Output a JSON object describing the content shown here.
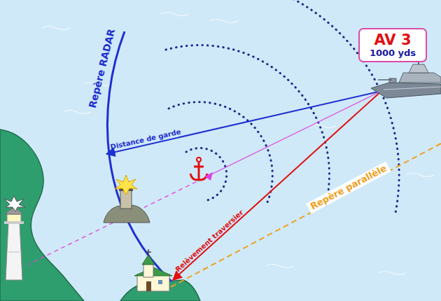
{
  "diagram": {
    "nodes": [
      {
        "text": [
          "AV 3",
          "1000 yds"
        ]
      }
    ],
    "labels": [
      "Repère RADAR",
      "Distance de garde",
      "Relèvement traversier",
      "Repère parallèle"
    ]
  }
}
